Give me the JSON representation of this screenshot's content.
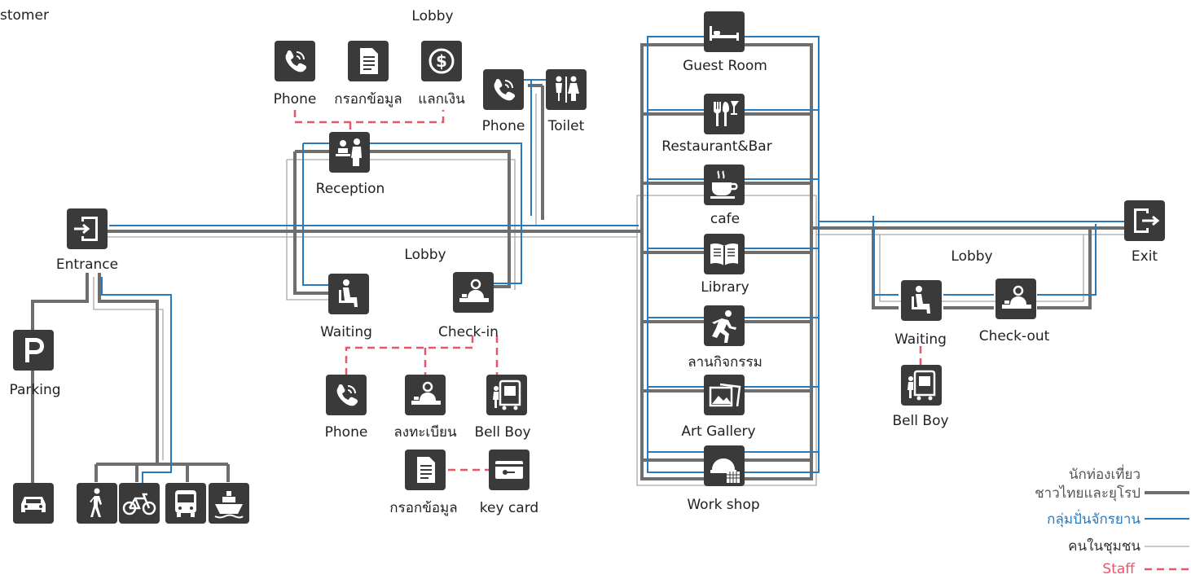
{
  "header": {
    "title_fragment": "stomer"
  },
  "colors": {
    "tourist_line": "#6e6e6e",
    "cyclist_line": "#2a79bd",
    "community_line": "#9e9e9e",
    "staff_line": "#e8566a",
    "icon_bg": "#3a3a3a",
    "icon_fg": "#ffffff"
  },
  "labels": {
    "lobby_top": "Lobby",
    "lobby_mid": "Lobby",
    "lobby_right": "Lobby",
    "entrance": "Entrance",
    "parking": "Parking",
    "phone_1": "Phone",
    "form_1": "กรอกข้อมูล",
    "exchange": "แลกเงิน",
    "phone_2": "Phone",
    "toilet": "Toilet",
    "reception": "Reception",
    "waiting_1": "Waiting",
    "checkin": "Check-in",
    "phone_3": "Phone",
    "register": "ลงทะเบียน",
    "bellboy_1": "Bell Boy",
    "form_2": "กรอกข้อมูล",
    "keycard": "key card",
    "guest_room": "Guest Room",
    "restaurant": "Restaurant&Bar",
    "cafe": "cafe",
    "library": "Library",
    "activity": "ลานกิจกรรม",
    "gallery": "Art Gallery",
    "workshop": "Work shop",
    "waiting_2": "Waiting",
    "checkout": "Check-out",
    "bellboy_2": "Bell Boy",
    "exit": "Exit"
  },
  "legend": {
    "tourist_line1": "นักท่องเที่ยว",
    "tourist_line2": "ชาวไทยและยุโรป",
    "cyclist": "กลุ่มปั่นจักรยาน",
    "community": "คนในชุมชน",
    "staff": "Staff"
  },
  "icons": {
    "entrance": "entrance-icon",
    "parking": "parking-icon",
    "car": "car-icon",
    "walk": "walk-icon",
    "bike": "bicycle-icon",
    "bus": "bus-icon",
    "boat": "boat-icon",
    "phone": "phone-icon",
    "document": "document-icon",
    "dollar": "dollar-icon",
    "toilet": "toilet-icon",
    "reception": "reception-icon",
    "waiting": "waiting-icon",
    "checkin": "checkin-icon",
    "bellboy": "bellboy-icon",
    "keycard": "keycard-icon",
    "bed": "bed-icon",
    "restaurant": "restaurant-icon",
    "cafe": "cafe-icon",
    "library": "library-icon",
    "activity": "activity-icon",
    "gallery": "gallery-icon",
    "workshop": "workshop-icon",
    "exit": "exit-icon"
  }
}
